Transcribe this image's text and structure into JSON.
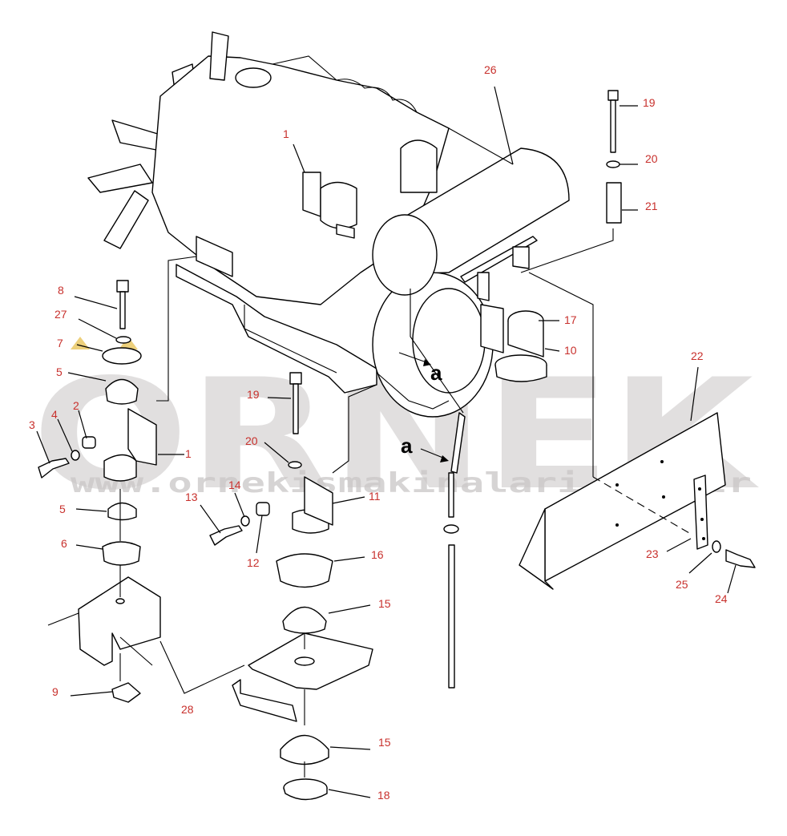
{
  "watermark": {
    "brand": "ORNEK",
    "url": "www.ornekismakinalari.com.tr"
  },
  "detail_marks": [
    "a",
    "a"
  ],
  "callouts": [
    "1",
    "1",
    "2",
    "3",
    "4",
    "5",
    "5",
    "6",
    "7",
    "8",
    "9",
    "10",
    "11",
    "12",
    "13",
    "14",
    "15",
    "15",
    "16",
    "17",
    "18",
    "19",
    "19",
    "20",
    "20",
    "21",
    "22",
    "23",
    "24",
    "25",
    "26",
    "27",
    "28"
  ],
  "colors": {
    "callout": "#c8302c",
    "watermark": "#c9c6c6",
    "line": "#000000"
  }
}
